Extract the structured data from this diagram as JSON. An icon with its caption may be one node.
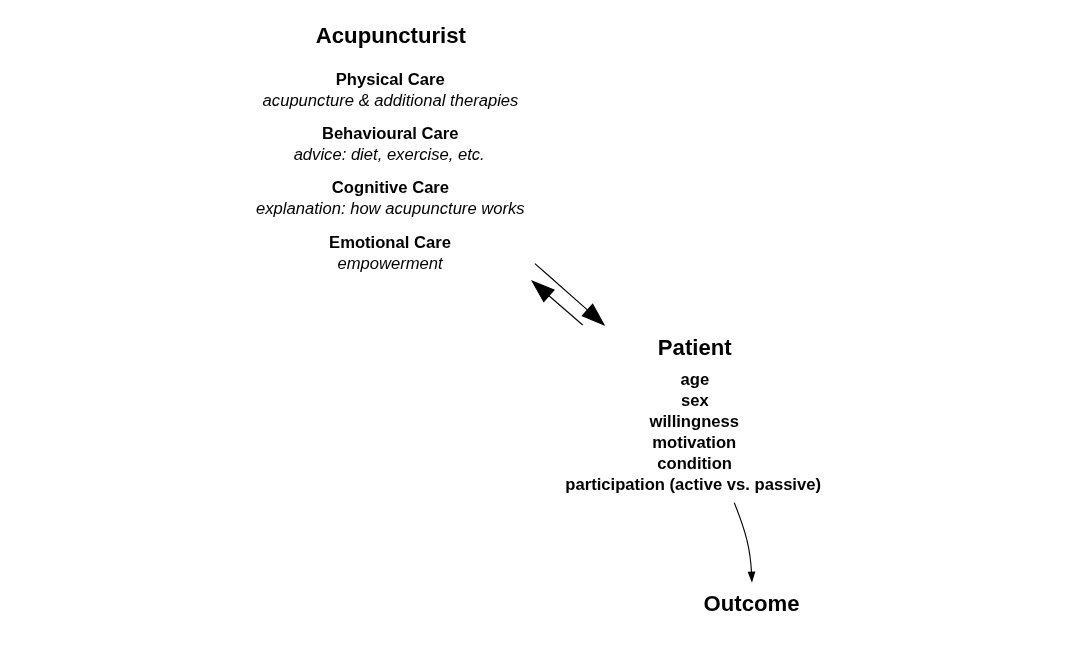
{
  "diagram": {
    "nodes": [
      {
        "text": [
          "Acupuncturist",
          "Physical Care",
          "acupuncture & additional therapies",
          "Behavioural Care",
          "advice: diet, exercise, etc.",
          "Cognitive Care",
          "explanation: how acupuncture works",
          "Emotional Care",
          "empowerment"
        ]
      },
      {
        "text": [
          "Patient",
          "age",
          "sex",
          "willingness",
          "motivation",
          "condition",
          "participation (active vs. passive)"
        ]
      },
      {
        "text": [
          "Outcome"
        ]
      }
    ],
    "edges": [
      {
        "from": 0,
        "to": 1,
        "arrow": "to"
      },
      {
        "from": 1,
        "to": 0,
        "arrow": "to"
      },
      {
        "from": 1,
        "to": 2,
        "arrow": "to"
      }
    ]
  }
}
